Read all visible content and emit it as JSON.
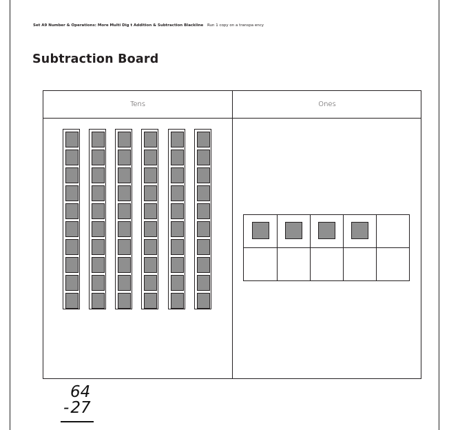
{
  "header": {
    "set_title": "Set A9 Number & Operations: More Multi Dig t Addition & Subtraction Blackline",
    "instruction": "Run 1 copy on a transpa ency"
  },
  "page_title": "Subtraction Board",
  "board": {
    "tens_label": "Tens",
    "ones_label": "Ones",
    "tens_rods": 6,
    "units_per_rod": 10,
    "ten_frame": {
      "columns": 5,
      "rows": 2,
      "ones_shown": 4
    },
    "block_color": "#8f8f8f"
  },
  "problem": {
    "minuend": "64",
    "operator": "-",
    "subtrahend": "27"
  }
}
